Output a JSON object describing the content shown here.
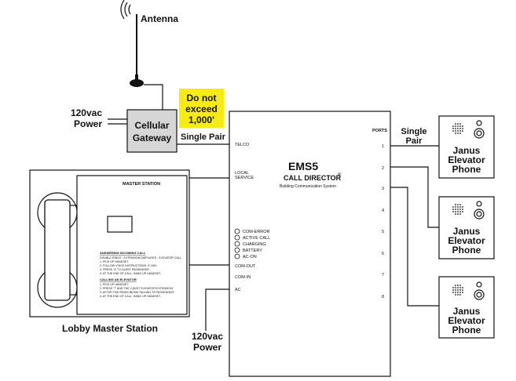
{
  "colors": {
    "gateway_fill": "#d6d6d6",
    "warning_fill": "#f6eb16",
    "line": "#111111"
  },
  "antenna": {
    "label": "Antenna",
    "icon": "antenna-icon"
  },
  "power_top": {
    "line1": "120vac",
    "line2": "Power"
  },
  "power_bottom": {
    "line1": "120vac",
    "line2": "Power"
  },
  "gateway": {
    "line1": "Cellular",
    "line2": "Gateway"
  },
  "warning": {
    "line1": "Do not",
    "line2": "exceed",
    "line3": "1,000'"
  },
  "single_pair_left": "Single Pair",
  "single_pair_right": {
    "line1": "Single",
    "line2": "Pair"
  },
  "ems5": {
    "title": "EMS5",
    "subtitle": "CALL DIRECTOR",
    "subtitle_mark": "®",
    "tagline": "Building Communication System",
    "telco": "TELCO",
    "local_service_1": "LOCAL",
    "local_service_2": "SERVICE",
    "com_out": "COM-OUT",
    "com_in": "COM-IN",
    "ac": "AC",
    "ports_header": "PORTS",
    "ports": [
      "1",
      "2",
      "3",
      "4",
      "5",
      "6",
      "7",
      "8"
    ],
    "leds": [
      "COM-ERROR",
      "ACTIVE CALL",
      "CHARGING",
      "BATTERY",
      "AC-ON"
    ]
  },
  "master_station": {
    "panel_title": "MASTER STATION",
    "caption": "Lobby Master Station",
    "answering_title": "ANSWERING INCOMING CALL",
    "answering_lines": [
      "DOUBLE-RINGS - EXTENSION DISPLAYED - ELEVATOR CALL",
      "1. PICK UP HANDSET.",
      "2. FOLLOW VOICE INSTRUCTIONS, IF ANY.",
      "3. PRESS \"#\" TO ALERT PASSENGER",
      "4. AT THE END OF CALL, HANG UP HANDSET."
    ],
    "calling_title": "CALLING AN ELEVATOR",
    "calling_lines": [
      "1. PICK UP HANDSET.",
      "2. PRESS \"*\" AND THE 2-DIGIT ELEVATOR EXTENSION\"",
      "3. AFTER FIVE RINGS BEGIN TALKING TO PASSENGER.",
      "4. AT THE END OF CALL, HANG UP HANDSET."
    ]
  },
  "phones": [
    {
      "line1": "Janus",
      "line2": "Elevator",
      "line3": "Phone"
    },
    {
      "line1": "Janus",
      "line2": "Elevator",
      "line3": "Phone"
    },
    {
      "line1": "Janus",
      "line2": "Elevator",
      "line3": "Phone"
    }
  ]
}
